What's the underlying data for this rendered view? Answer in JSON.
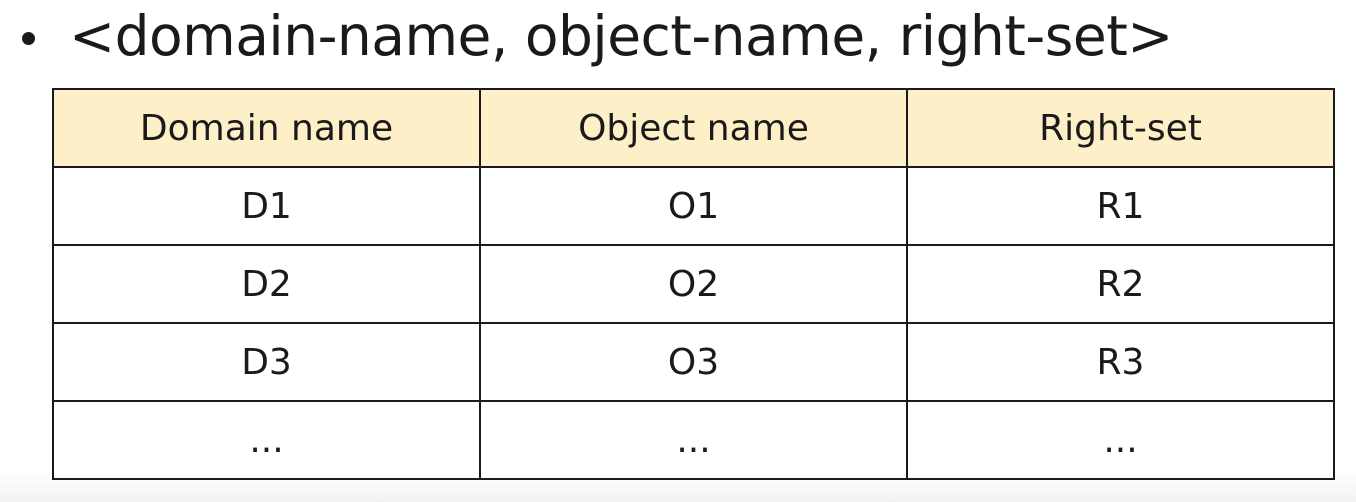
{
  "bullet": {
    "symbol": "•",
    "text": "<domain-name, object-name, right-set>"
  },
  "table": {
    "header_background": "#fdf0c8",
    "columns": [
      "Domain name",
      "Object name",
      "Right-set"
    ],
    "rows": [
      [
        "D1",
        "O1",
        "R1"
      ],
      [
        "D2",
        "O2",
        "R2"
      ],
      [
        "D3",
        "O3",
        "R3"
      ],
      [
        "...",
        "...",
        "..."
      ]
    ]
  }
}
